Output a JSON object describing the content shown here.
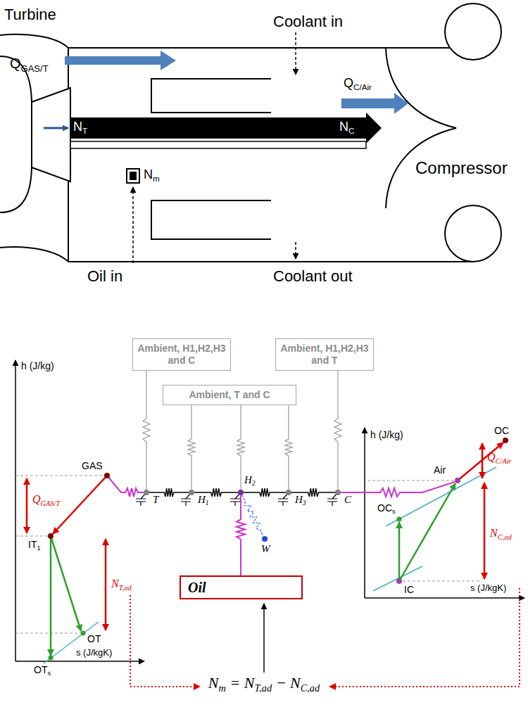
{
  "diagram": {
    "nodes": [
      {
        "text": [
          "Ambient, H1,H2,H3 and C"
        ]
      },
      {
        "text": [
          "Ambient, T and C"
        ]
      },
      {
        "text": [
          "Ambient, H1,H2,H3 and T"
        ]
      },
      {
        "text": [
          "T"
        ]
      },
      {
        "text": [
          "H1"
        ]
      },
      {
        "text": [
          "H2"
        ]
      },
      {
        "text": [
          "H3"
        ]
      },
      {
        "text": [
          "C"
        ]
      },
      {
        "text": [
          "W"
        ]
      },
      {
        "text": [
          "Oil"
        ]
      }
    ],
    "edges": [
      {
        "from": 0,
        "to": 3,
        "arrow": "none"
      },
      {
        "from": 1,
        "to": 4,
        "arrow": "none"
      },
      {
        "from": 1,
        "to": 5,
        "arrow": "none"
      },
      {
        "from": 1,
        "to": 6,
        "arrow": "none"
      },
      {
        "from": 2,
        "to": 7,
        "arrow": "none"
      },
      {
        "from": 3,
        "to": 4,
        "arrow": "none"
      },
      {
        "from": 4,
        "to": 5,
        "arrow": "none"
      },
      {
        "from": 5,
        "to": 6,
        "arrow": "none"
      },
      {
        "from": 6,
        "to": 7,
        "arrow": "none"
      },
      {
        "from": 5,
        "to": 8,
        "arrow": "none"
      },
      {
        "from": 5,
        "to": 9,
        "arrow": "none"
      }
    ],
    "labels": [
      "Turbine",
      "Coolant in",
      "QGAS/T",
      "QC/Air",
      "NT",
      "NC",
      "Nm",
      "Compressor",
      "Oil in",
      "Coolant out",
      "h (J/kg)",
      "GAS",
      "QGAS/T",
      "IT1",
      "NT,ad",
      "OT",
      "OTs",
      "s (J/kgK)",
      "h (J/kg)",
      "OC",
      "Air",
      "QC/Air",
      "OCs",
      "NC,ad",
      "IC",
      "s (J/kgK)",
      "Nm = NT,ad − NC,ad"
    ]
  }
}
